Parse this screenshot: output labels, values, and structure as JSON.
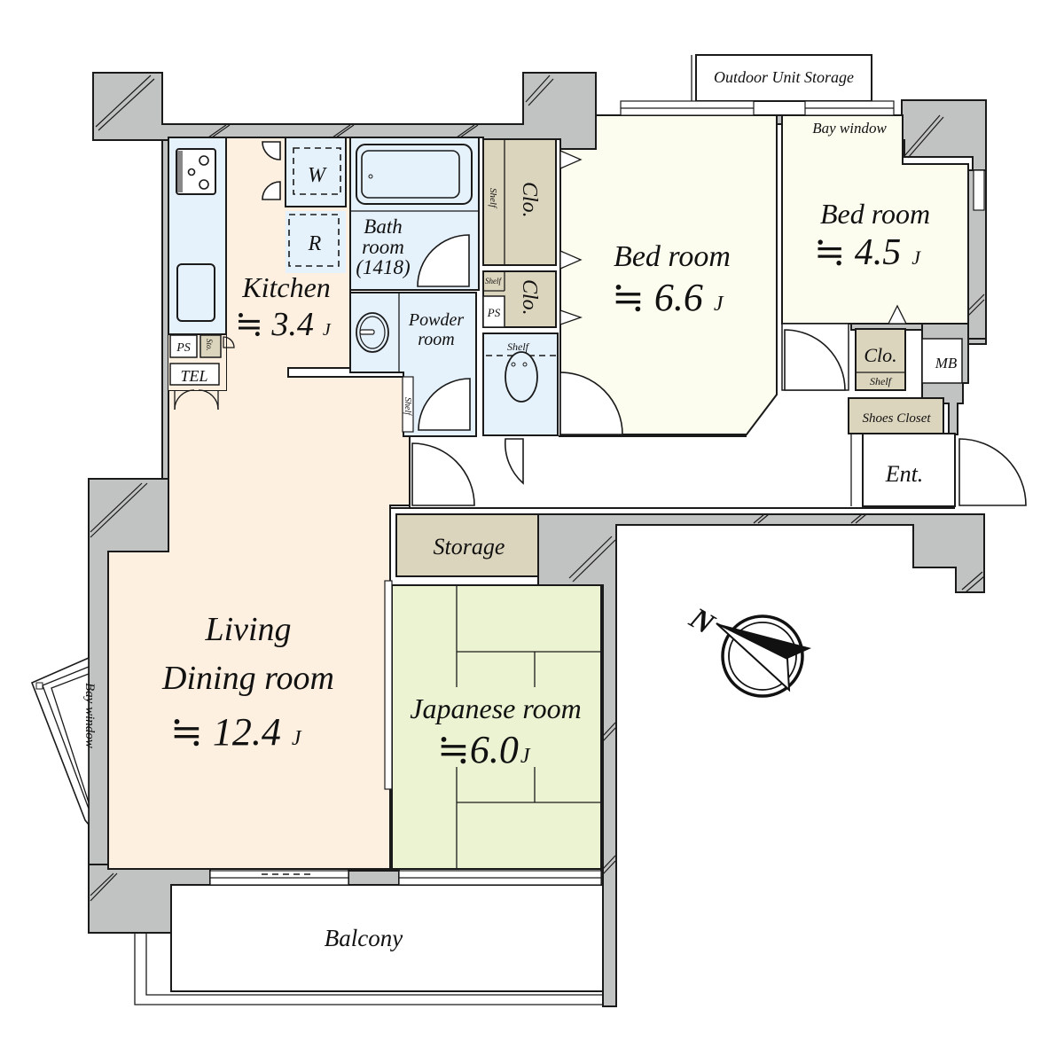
{
  "colors": {
    "wall": "#c1c2c2",
    "ldk": "#fdf0e0",
    "water": "#e6f2fb",
    "bedroom": "#fdfdef",
    "tatami": "#ebf3d2",
    "storage": "#dcd5bd",
    "outline": "#1a1a1a"
  },
  "rooms": {
    "kitchen": {
      "name": "Kitchen",
      "area": "≒ 3.4",
      "unit": "J"
    },
    "living": {
      "line1": "Living",
      "line2": "Dining room",
      "area": "≒ 12.4",
      "unit": "J"
    },
    "bath": {
      "line1": "Bath",
      "line2": "room",
      "line3": "(1418)"
    },
    "powder": {
      "line1": "Powder",
      "line2": "room"
    },
    "bedroom1": {
      "name": "Bed room",
      "area": "≒ 6.6",
      "unit": "J"
    },
    "bedroom2": {
      "name": "Bed room",
      "area": "≒ 4.5",
      "unit": "J"
    },
    "japanese": {
      "name": "Japanese room",
      "area": "≒6.0",
      "unit": "J"
    },
    "storage": {
      "name": "Storage"
    },
    "entrance": {
      "name": "Ent."
    },
    "balcony": {
      "name": "Balcony"
    }
  },
  "fixtures": {
    "washer": "W",
    "fridge": "R",
    "ps_kitchen": "PS",
    "sto": "Sto.",
    "tel": "TEL",
    "closet1": "Clo.",
    "closet2": "Clo.",
    "closet3": "Clo.",
    "shelf1": "Shelf",
    "shelf2": "Shelf",
    "shelf3": "Shelf",
    "shelf4": "Shelf",
    "shelf5": "Shelf",
    "ps_toilet": "PS",
    "mb": "MB",
    "shoes_closet": "Shoes Closet",
    "outdoor_unit": "Outdoor Unit Storage",
    "bay_window_top": "Bay window",
    "bay_window_left": "Bay window"
  },
  "compass": {
    "label": "N"
  }
}
